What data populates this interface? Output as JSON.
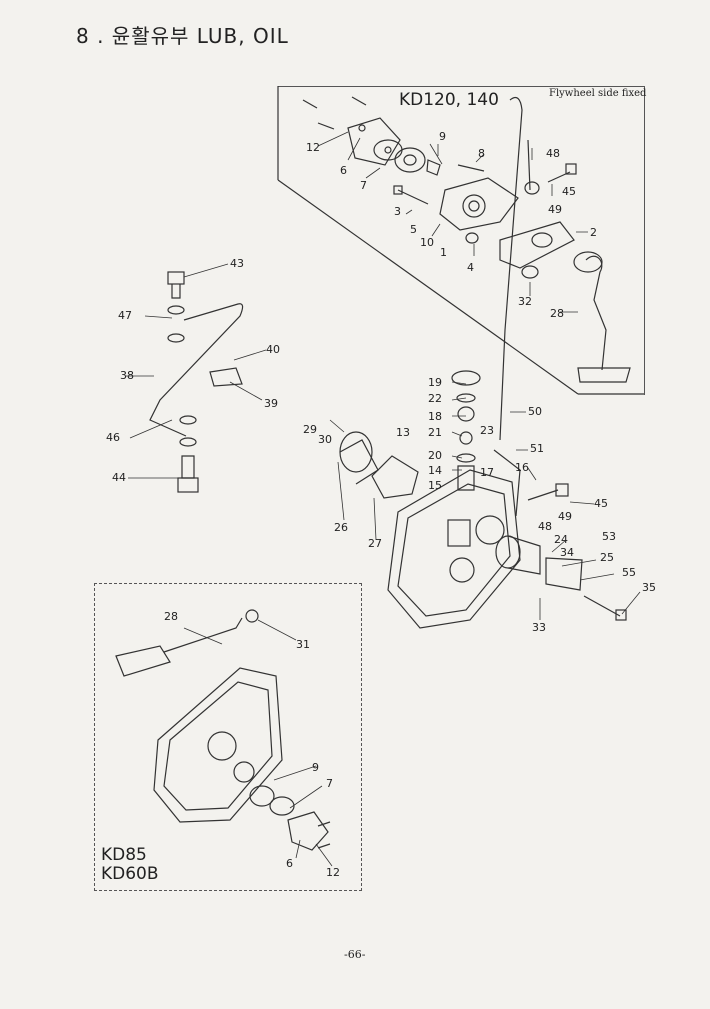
{
  "header": {
    "title": "8 .  윤활유부  LUB, OIL"
  },
  "kd120_panel": {
    "model": "KD120, 140",
    "note": "Flywheel side fixed"
  },
  "kd85_panel": {
    "model_line1": "KD85",
    "model_line2": "KD60B"
  },
  "footer": {
    "page_number": "-66-"
  },
  "part_labels": {
    "p2": "2",
    "p3": "3",
    "p4": "4",
    "p5": "5",
    "p6": "6",
    "p7": "7",
    "p8": "8",
    "p9": "9",
    "p10": "10",
    "p1": "1",
    "p12": "12",
    "p13": "13",
    "p14": "14",
    "p15": "15",
    "p16": "16",
    "p17": "17",
    "p18": "18",
    "p19": "19",
    "p20": "20",
    "p21": "21",
    "p22": "22",
    "p23": "23",
    "p24": "24",
    "p25": "25",
    "p26": "26",
    "p27": "27",
    "p28": "28",
    "p29": "29",
    "p30": "30",
    "p31": "31",
    "p32": "32",
    "p33": "33",
    "p34": "34",
    "p35": "35",
    "p38": "38",
    "p39": "39",
    "p40": "40",
    "p43": "43",
    "p44": "44",
    "p45": "45",
    "p46": "46",
    "p47": "47",
    "p48": "48",
    "p49": "49",
    "p50": "50",
    "p51": "51",
    "p53": "53",
    "p55": "55"
  }
}
